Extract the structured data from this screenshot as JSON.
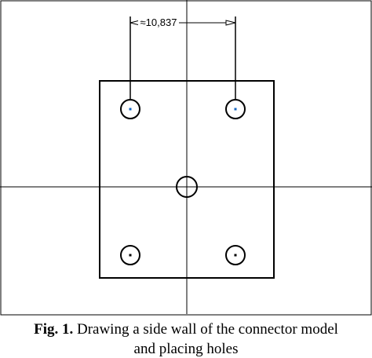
{
  "dimension": {
    "value_label": "≈10,837"
  },
  "holes": [
    {
      "id": "top-left",
      "marker_color": "#1565c0"
    },
    {
      "id": "top-right",
      "marker_color": "#1565c0"
    },
    {
      "id": "bottom-left",
      "marker_color": "#000000"
    },
    {
      "id": "bottom-right",
      "marker_color": "#000000"
    }
  ],
  "caption": {
    "label": "Fig. 1.",
    "text": " Drawing a side wall of the connector model",
    "text_line2": "and placing holes"
  }
}
